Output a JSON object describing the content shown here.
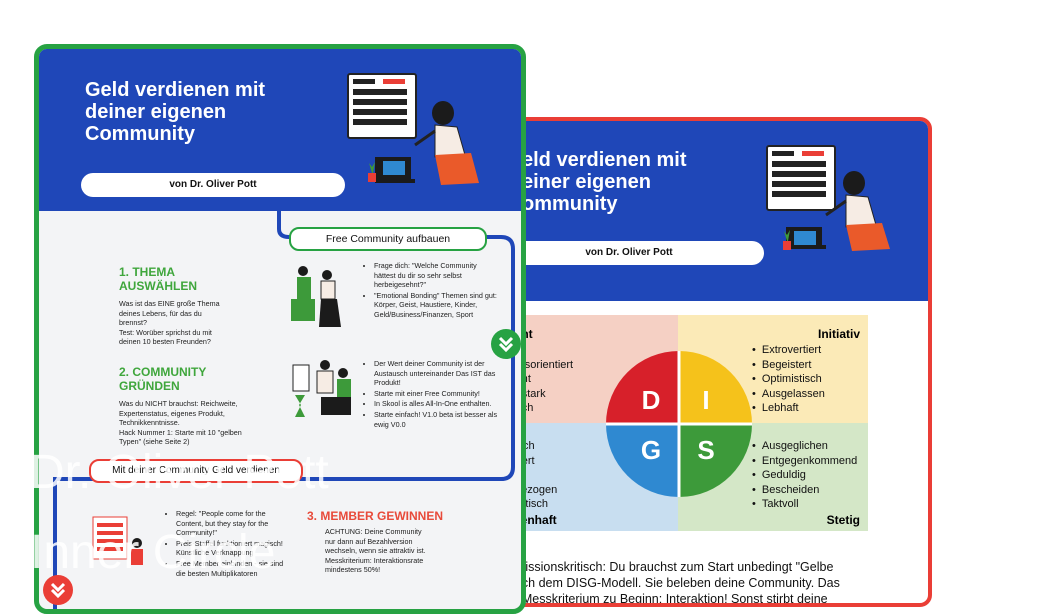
{
  "back_card": {
    "title_lines": [
      "eld verdienen mit",
      "einer eigenen",
      "ommunity"
    ],
    "author_pill": "von Dr. Oliver Pott",
    "disg": {
      "q_tl_title": "inant",
      "q_tl_items": [
        "kt",
        "ebnisorientiert",
        "timmt",
        "ensstark",
        "rgisch"
      ],
      "q_tr_title": "Initiativ",
      "q_tr_items": [
        "Extrovertiert",
        "Begeistert",
        "Optimistisch",
        "Ausgelassen",
        "Lebhaft"
      ],
      "q_bl_items": [
        "lytisch",
        "erviert",
        "ise",
        "ckgezogen",
        "ematisch"
      ],
      "q_bl_title": "issenhaft",
      "q_br_items": [
        "Ausgeglichen",
        "Entgegenkommend",
        "Geduldig",
        "Bescheiden",
        "Taktvoll"
      ],
      "q_br_title": "Stetig",
      "letters": [
        "D",
        "I",
        "G",
        "S"
      ]
    },
    "bottom_lines": [
      ", missionskritisch: Du brauchst zum Start unbedingt \"Gelbe",
      "nach dem DISG-Modell. Sie beleben deine Community. Das",
      "te Messkriterium zu Beginn: Interaktion! Sonst stirbt deine"
    ]
  },
  "front_card": {
    "title_lines": [
      "Geld verdienen mit",
      "deiner eigenen",
      "Community"
    ],
    "author_pill": "von Dr. Oliver Pott",
    "tab_free": "Free Community aufbauen",
    "tab_money": "Mit deiner Community Geld verdienen",
    "sec1_title": [
      "1. THEMA",
      "AUSWÄHLEN"
    ],
    "sec1_text": [
      "Was ist das EINE große Thema",
      "deines Lebens, für das du",
      "brennst?",
      "Test: Worüber sprichst du mit",
      "deinen 10 besten Freunden?"
    ],
    "sec1_bullets": [
      "Frage dich: \"Welche Community hättest du dir so sehr selbst herbeigesehnt?\"",
      "\"Emotional Bonding\" Themen sind gut: Körper, Geist, Haustiere, Kinder, Geld/Business/Finanzen, Sport"
    ],
    "sec2_title": [
      "2. COMMUNITY",
      "GRÜNDEN"
    ],
    "sec2_text": [
      "Was du NICHT brauchst: Reichweite,",
      "Expertenstatus, eigenes Produkt,",
      "Technikkenntnisse.",
      "Hack Nummer 1: Starte mit 10 \"gelben",
      "Typen\" (siehe Seite 2)"
    ],
    "sec2_bullets": [
      "Der Wert deiner Community ist der Austausch untereinander Das IST das Produkt!",
      "Starte mit einer Free Community!",
      "In Skool is alles All-In-One enthalten.",
      "Starte einfach! V1.0 beta ist besser als ewig V0.0"
    ],
    "sec3_bullets": [
      "Regel: \"People come for the Content, but they stay for the Community!\"",
      "Preis-Staffel funktioniert magisch! Künstliche Verknappung",
      "Free Member einbinden - sie sind die besten Multiplikatoren"
    ],
    "sec3_title": "3. MEMBER GEWINNEN",
    "sec3_text": [
      "ACHTUNG: Deine Community",
      "nur dann auf Bezahlversion",
      "wechseln, wenn sie attraktiv ist.",
      "Messkriterium: Interaktionsrate",
      "mindestens 50%!"
    ]
  },
  "watermark": [
    "Dr. Oliver Pott",
    "Inner Circle"
  ],
  "colors": {
    "blue": "#1f47b8",
    "green_border": "#27a243",
    "red_border": "#ea3e36",
    "disg_d": "#d7202a",
    "disg_i": "#f5c21b",
    "disg_g": "#2f89d1",
    "disg_s": "#3d9a3a"
  },
  "icons": [
    "chevron-double-down-icon"
  ]
}
